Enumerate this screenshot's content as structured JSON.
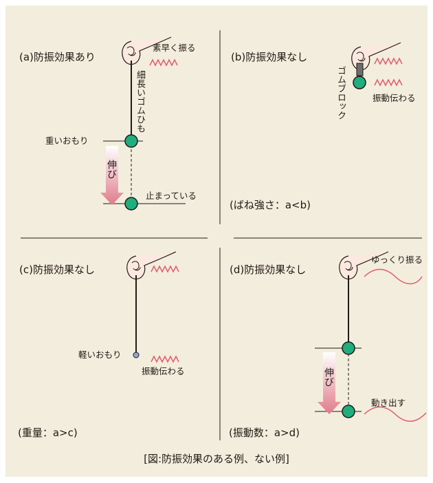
{
  "panels": {
    "a": {
      "title": "(a)防振効果あり",
      "shake_fast": "素早く振る",
      "rubber_string": "細長いゴムひも",
      "heavy_weight": "重いおもり",
      "stretch": "伸び",
      "stopped": "止まっている",
      "comparison": "(ばね強さ：a<b)"
    },
    "b": {
      "title": "(b)防振効果なし",
      "rubber_block": "ゴムブロック",
      "vibration_transmitted": "振動伝わる"
    },
    "c": {
      "title": "(c)防振効果なし",
      "light_weight": "軽いおもり",
      "vibration_transmitted": "振動伝わる",
      "comparison": "(重量：a>c)"
    },
    "d": {
      "title": "(d)防振効果なし",
      "shake_slow": "ゆっくり振る",
      "stretch": "伸び",
      "starts_moving": "動き出す",
      "comparison": "(振動数：a>d)"
    }
  },
  "caption": "[図:防振効果のある例、ない例]",
  "colors": {
    "background": "#f3eddd",
    "wave": "#e05a6f",
    "ball": "#1fae7e",
    "line": "#231815",
    "arrow": "#e07a8a"
  }
}
